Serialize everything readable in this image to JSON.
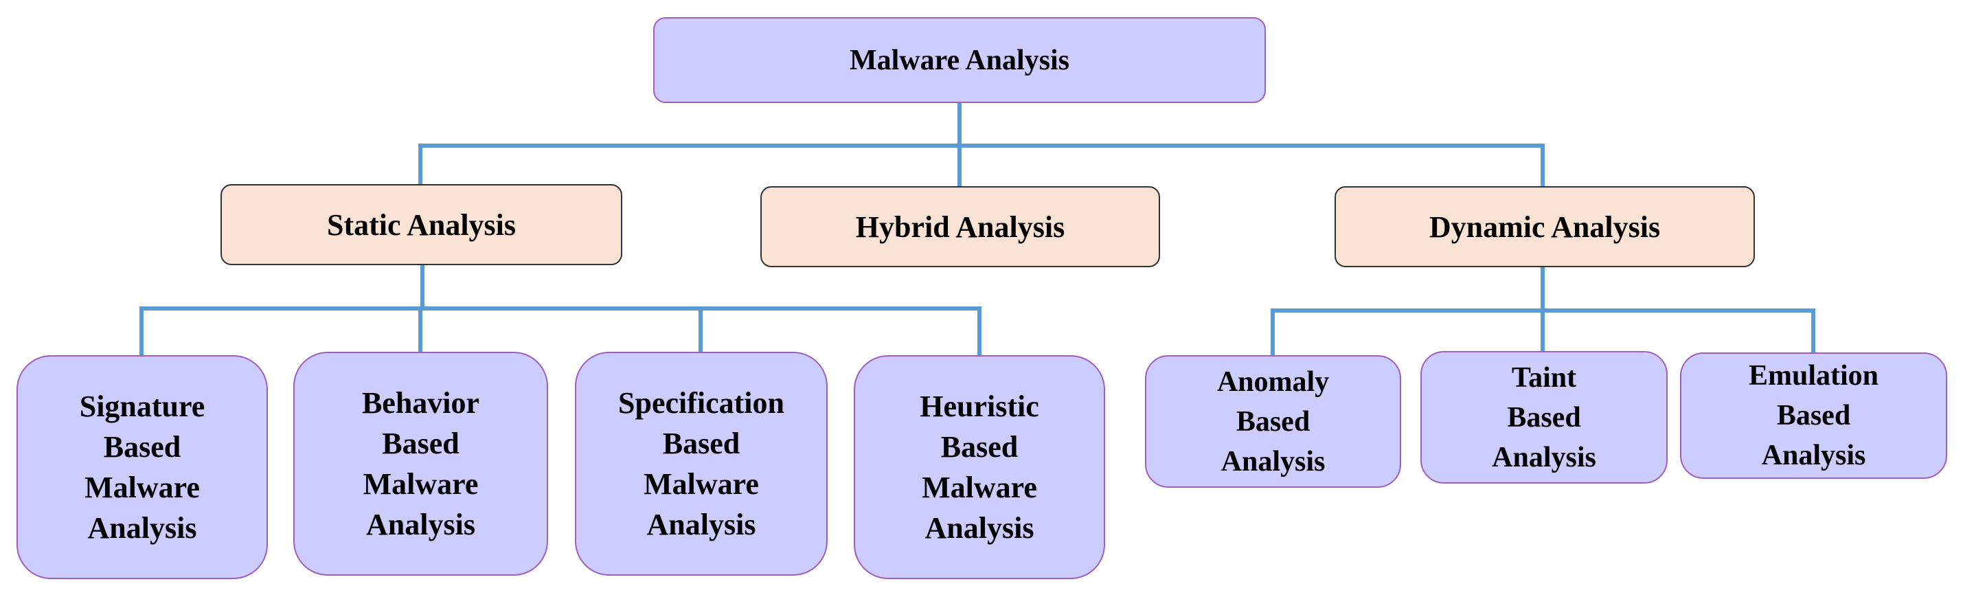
{
  "diagram": {
    "root": {
      "label": "Malware Analysis"
    },
    "categories": {
      "static": {
        "label": "Static Analysis"
      },
      "hybrid": {
        "label": "Hybrid Analysis"
      },
      "dynamic": {
        "label": "Dynamic Analysis"
      }
    },
    "static_children": [
      {
        "label": "Signature\nBased\nMalware\nAnalysis"
      },
      {
        "label": "Behavior\nBased\nMalware\nAnalysis"
      },
      {
        "label": "Specification\nBased\nMalware\nAnalysis"
      },
      {
        "label": "Heuristic\nBased\nMalware\nAnalysis"
      }
    ],
    "dynamic_children": [
      {
        "label": "Anomaly\nBased\nAnalysis"
      },
      {
        "label": "Taint\nBased\nAnalysis"
      },
      {
        "label": "Emulation\nBased\nAnalysis"
      }
    ],
    "edges": [
      {
        "from": "Malware Analysis",
        "to": "Static Analysis"
      },
      {
        "from": "Malware Analysis",
        "to": "Hybrid Analysis"
      },
      {
        "from": "Malware Analysis",
        "to": "Dynamic Analysis"
      },
      {
        "from": "Static Analysis",
        "to": "Signature Based Malware Analysis"
      },
      {
        "from": "Static Analysis",
        "to": "Behavior Based Malware Analysis"
      },
      {
        "from": "Static Analysis",
        "to": "Specification Based Malware Analysis"
      },
      {
        "from": "Static Analysis",
        "to": "Heuristic Based Malware Analysis"
      },
      {
        "from": "Dynamic Analysis",
        "to": "Anomaly Based Analysis"
      },
      {
        "from": "Dynamic Analysis",
        "to": "Taint Based Analysis"
      },
      {
        "from": "Dynamic Analysis",
        "to": "Emulation Based Analysis"
      }
    ],
    "colors": {
      "root_fill": "#ccccff",
      "root_border": "#9c5fc0",
      "category_fill": "#fae3d4",
      "category_border": "#333333",
      "leaf_fill": "#ccccff",
      "leaf_border": "#9c5fc0",
      "connector": "#5b9bd5"
    }
  }
}
